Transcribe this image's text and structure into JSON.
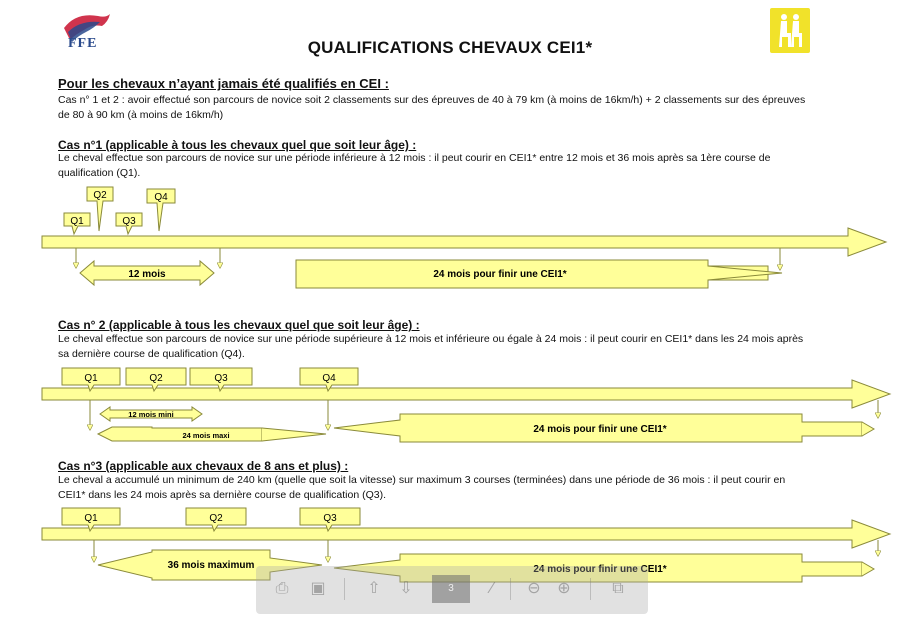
{
  "logos": {
    "left_text": "FFE"
  },
  "title": "QUALIFICATIONS CHEVAUX CEI1*",
  "intro": {
    "heading": "Pour les chevaux n’ayant jamais été qualifiés en CEI :",
    "line1": "Cas n° 1 et 2 : avoir effectué son parcours de novice soit 2 classements sur des épreuves de 40 à 79 km (à moins de 16km/h) + 2 classements sur des épreuves",
    "line2": "de 80 à 90 km (à moins de 16km/h)"
  },
  "case1": {
    "heading": "Cas n°1 (applicable à tous les chevaux quel que soit leur âge) :",
    "line1": "Le cheval effectue son parcours de novice sur une période inférieure à 12 mois : il peut courir en CEI1* entre 12 mois et 36 mois après sa 1ère course de",
    "line2": "qualification (Q1).",
    "labels": {
      "q1": "Q1",
      "q2": "Q2",
      "q3": "Q3",
      "q4": "Q4"
    },
    "span_a": "12 mois",
    "span_b": "24 mois pour finir une CEI1*"
  },
  "case2": {
    "heading": "Cas n° 2 (applicable à tous les chevaux quel que soit leur âge) :",
    "line1": "Le cheval effectue son parcours de novice sur une période supérieure à 12 mois et inférieure ou égale à 24 mois : il peut courir en CEI1* dans les 24 mois après",
    "line2": "sa dernière course de qualification (Q4).",
    "labels": {
      "q1": "Q1",
      "q2": "Q2",
      "q3": "Q3",
      "q4": "Q4"
    },
    "span_a": "12 mois mini",
    "span_b": "24 mois maxi",
    "span_c": "24 mois pour finir une CEI1*"
  },
  "case3": {
    "heading": "Cas n°3 (applicable aux chevaux de 8 ans et plus) :",
    "line1": "Le cheval a accumulé un minimum de 240 km (quelle que soit la vitesse) sur maximum 3 courses (terminées) dans une période de 36 mois : il peut courir en",
    "line2": "CEI1* dans les 24 mois après sa dernière course de qualification (Q3).",
    "labels": {
      "q1": "Q1",
      "q2": "Q2",
      "q3": "Q3"
    },
    "span_a": "36 mois maximum",
    "span_b": "24 mois pour finir une CEI1*"
  },
  "viewer": {
    "page": "3",
    "icons": [
      "print-icon",
      "save-icon",
      "up-icon",
      "down-icon",
      "zoom-out-icon",
      "zoom-in-icon",
      "fit-icon"
    ]
  },
  "colors": {
    "box_fill": "#ffff99",
    "stroke": "#8a8a3a",
    "logo_right": "#f1e22a"
  }
}
